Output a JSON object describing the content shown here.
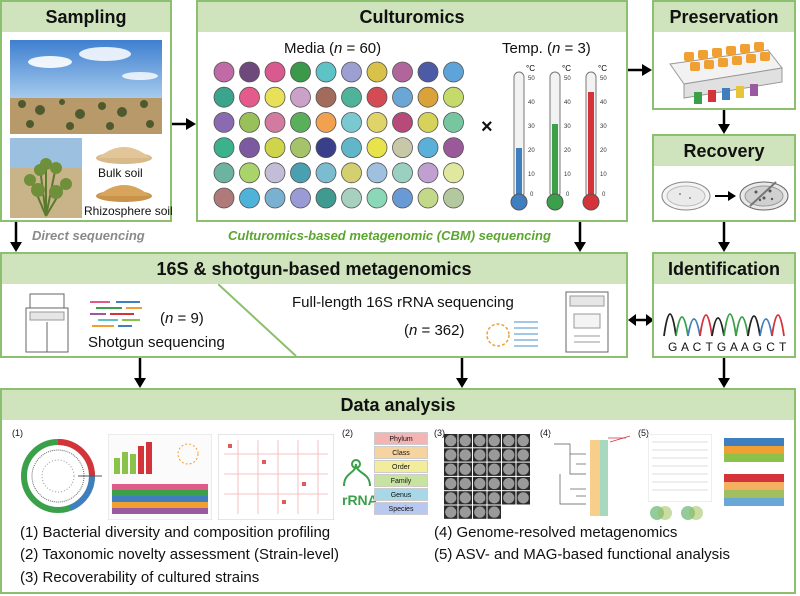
{
  "colors": {
    "panel_border": "#8cbf6e",
    "panel_header": "#cfe3bd",
    "green_text": "#5aa62e",
    "gray_text": "#8a8a8a"
  },
  "sampling": {
    "title": "Sampling",
    "bulk_soil": "Bulk soil",
    "rhizosphere_soil": "Rhizosphere soil"
  },
  "culturomics": {
    "title": "Culturomics",
    "media_pre": "Media (",
    "media_n": "n",
    "media_post": " = 60)",
    "temp_pre": "Temp. (",
    "temp_n": "n",
    "temp_post": " = 3)",
    "times": "×",
    "deg": "°C",
    "scale": [
      "50",
      "40",
      "30",
      "20",
      "10",
      "0"
    ],
    "media_colors": [
      [
        "#c06aa6",
        "#6e4a7c",
        "#d95a8e",
        "#3a9a4a",
        "#5ec3c7",
        "#9b9fd2",
        "#d8c24a",
        "#b0669a",
        "#4d5aa6",
        "#5fa4d8"
      ],
      [
        "#3aa58c",
        "#e45a8a",
        "#e9e05a",
        "#cba0c9",
        "#a36b5c",
        "#4fb39a",
        "#d44a55",
        "#6aa6d6",
        "#d9a33a",
        "#c5da6a"
      ],
      [
        "#8a6ab0",
        "#9ac05a",
        "#d27aa0",
        "#5ab05a",
        "#f1a150",
        "#7ac9d0",
        "#e0d36a",
        "#b84a7a",
        "#d6d35a",
        "#76c6a0"
      ],
      [
        "#3bb18c",
        "#7d5aa0",
        "#d0d44a",
        "#a5c46a",
        "#3a3f8c",
        "#5fb7c9",
        "#e8e34a",
        "#c8c8a8",
        "#5ab0d8",
        "#9a5a9a"
      ],
      [
        "#6cb3a0",
        "#aad36a",
        "#c4bdd8",
        "#4aa0b0",
        "#7cbcd0",
        "#d4d070",
        "#a0c0e0",
        "#9ad0c0",
        "#c0a0d0",
        "#e0e8a0"
      ],
      [
        "#b07a7a",
        "#4fb2d8",
        "#7ab0d0",
        "#9a9ad4",
        "#3f9a90",
        "#a8d0c0",
        "#8ad8b8",
        "#6a9ad6",
        "#c4d88a",
        "#b4c8a0"
      ]
    ]
  },
  "preservation": {
    "title": "Preservation"
  },
  "recovery": {
    "title": "Recovery"
  },
  "identification": {
    "title": "Identification",
    "sequence": "G A C T G A A G C T"
  },
  "labels": {
    "direct_sequencing": "Direct sequencing",
    "cbm_sequencing": "Culturomics-based metagenomic (CBM) sequencing"
  },
  "metagenomics": {
    "title": "16S & shotgun-based metagenomics",
    "shotgun_n_pre": "(",
    "shotgun_n_var": "n",
    "shotgun_n_post": " = 9)",
    "shotgun_label": "Shotgun sequencing",
    "fl16s_label": "Full-length 16S rRNA sequencing",
    "fl16s_n_pre": "(",
    "fl16s_n_var": "n",
    "fl16s_n_post": " = 362)"
  },
  "data_analysis": {
    "title": "Data analysis",
    "panel_tags": [
      "(1)",
      "(2)",
      "(3)",
      "(4)",
      "(5)"
    ],
    "rrna_word": "rRNA",
    "taxonomy": [
      "Phylum",
      "Class",
      "Order",
      "Family",
      "Genus",
      "Species"
    ],
    "taxonomy_colors": [
      "#f4b4b4",
      "#f7d3a0",
      "#f3ec9a",
      "#c8e3a0",
      "#a8d8e8",
      "#b8c8f0"
    ],
    "items_left": [
      "(1) Bacterial diversity and composition profiling",
      "(2) Taxonomic novelty assessment (Strain-level)",
      "(3) Recoverability of cultured strains"
    ],
    "items_right": [
      "(4) Genome-resolved metagenomics",
      "(5) ASV- and MAG-based functional analysis"
    ]
  }
}
